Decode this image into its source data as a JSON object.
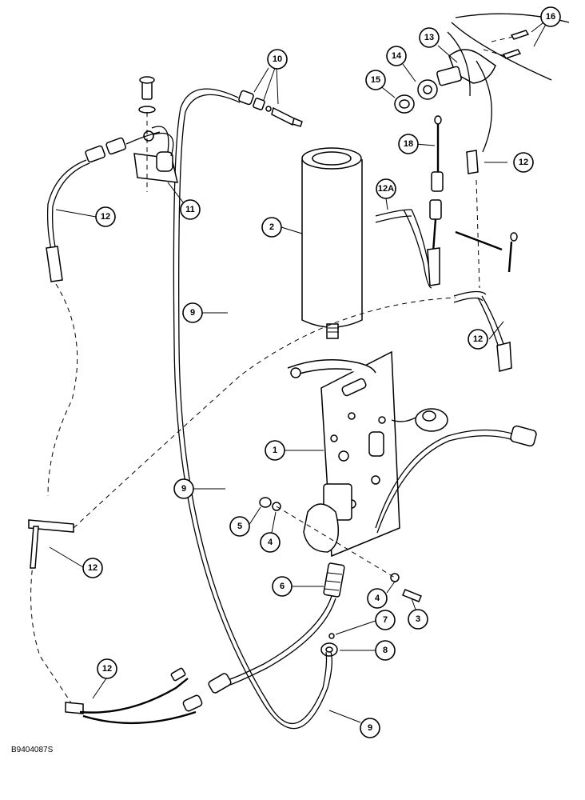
{
  "figure_code": "B9404087S",
  "callouts": [
    {
      "label": "1"
    },
    {
      "label": "2"
    },
    {
      "label": "3"
    },
    {
      "label": "4"
    },
    {
      "label": "4"
    },
    {
      "label": "5"
    },
    {
      "label": "6"
    },
    {
      "label": "7"
    },
    {
      "label": "8"
    },
    {
      "label": "9"
    },
    {
      "label": "9"
    },
    {
      "label": "9"
    },
    {
      "label": "10"
    },
    {
      "label": "11"
    },
    {
      "label": "12"
    },
    {
      "label": "12"
    },
    {
      "label": "12"
    },
    {
      "label": "12"
    },
    {
      "label": "12"
    },
    {
      "label": "12A"
    },
    {
      "label": "13"
    },
    {
      "label": "14"
    },
    {
      "label": "15"
    },
    {
      "label": "16"
    },
    {
      "label": "18"
    }
  ]
}
